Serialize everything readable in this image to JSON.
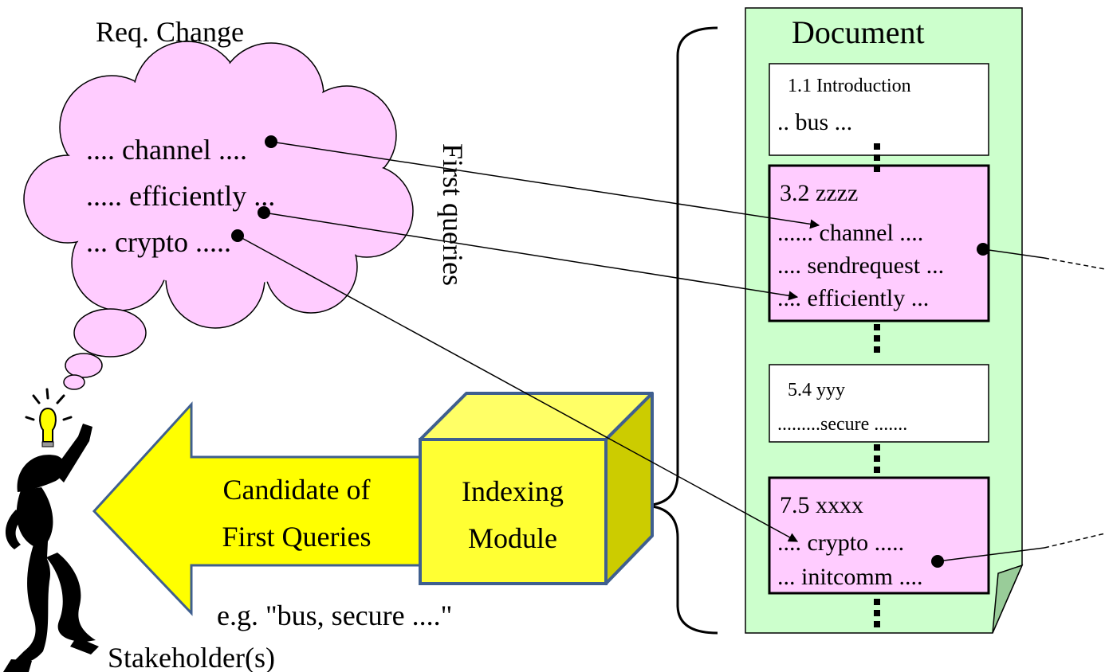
{
  "labels": {
    "req_change": "Req. Change",
    "first_queries_vertical": "First queries",
    "document_title": "Document",
    "stakeholder": "Stakeholder(s)",
    "example": "e.g. \"bus, secure ....\""
  },
  "cloud_lines": [
    ".... channel ....",
    "..... efficiently ...",
    "... crypto ....."
  ],
  "arrow_label": {
    "line1": "Candidate of",
    "line2": "First Queries"
  },
  "module_label": {
    "line1": "Indexing",
    "line2": "Module"
  },
  "sections": [
    {
      "title": "1.1 Introduction",
      "lines": [
        ".. bus ..."
      ],
      "highlighted": false
    },
    {
      "title": "3.2 zzzz",
      "lines": [
        "...... channel ....",
        ".... sendrequest ...",
        ".... efficiently ..."
      ],
      "highlighted": true
    },
    {
      "title": "5.4 yyy",
      "lines": [
        ".........secure ......."
      ],
      "highlighted": false
    },
    {
      "title": "7.5 xxxx",
      "lines": [
        ".... crypto .....",
        "... initcomm ...."
      ],
      "highlighted": true
    }
  ],
  "colors": {
    "cloud_fill": "#FFCCFF",
    "document_fill": "#CCFFCC",
    "highlight_fill": "#FFCCFF",
    "arrow_fill": "#FFFF00",
    "cube_front": "#FFFF33",
    "cube_side": "#CCCC00",
    "cube_edge": "#3F5F8F",
    "bulb": "#FFFF00"
  }
}
